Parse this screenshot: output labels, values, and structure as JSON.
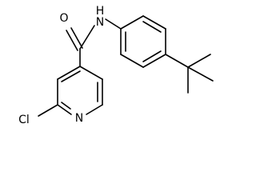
{
  "molecule": {
    "atoms": {
      "oxygen": "O",
      "amide_nitrogen": "H",
      "amide_nitrogen_letter": "N",
      "ring_nitrogen": "N",
      "chlorine": "Cl"
    },
    "colors": {
      "bond": "#000000",
      "label": "#000000",
      "background": "#ffffff"
    }
  }
}
